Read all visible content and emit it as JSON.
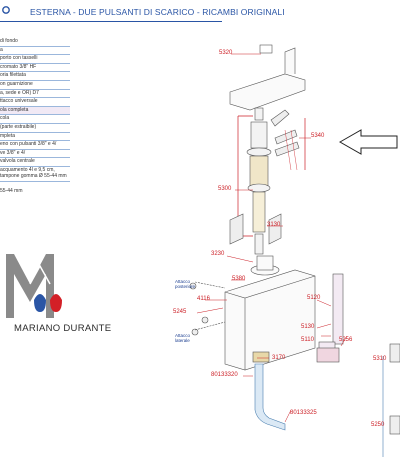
{
  "header": {
    "title": "ESTERNA - DUE PULSANTI DI SCARICO - RICAMBI ORIGINALI"
  },
  "parts_list": [
    "di fondo",
    "a",
    "porto con tasselli",
    "cromato 3/8\" HF",
    "oria filettata",
    "on guarnizione",
    "a, sede e OR) D7",
    "ttacco universale",
    "ola completa",
    "cola",
    "(parte estraibile)",
    "mpleta",
    "eno con pulsanti 3/8\" e 4/",
    "ve 3/8\" e 4/",
    "valvola centrale"
  ],
  "parts_list_tall": "acquamento 4l e 9,5 cm, tampone gomma Ø 55-44 mm",
  "parts_list_extra": "55-44 mm",
  "logo": {
    "name": "MARIANO DURANTE",
    "colors": {
      "grey": "#8a8a8a",
      "blue": "#2a55a5",
      "red": "#d32027"
    }
  },
  "part_labels": {
    "p5320": "5320",
    "p5340": "5340",
    "p5300": "5300",
    "p3130": "3130",
    "p3230": "3230",
    "p5380": "5380",
    "p4116": "4116",
    "p5245": "5245",
    "p5120": "5120",
    "p5130": "5130",
    "p5110": "5110",
    "p5256": "5256",
    "p3170": "3170",
    "p80133320": "80133320",
    "p80133325": "80133325",
    "p5310": "5310",
    "p5250": "5250"
  },
  "callouts": {
    "rear_line1": "Attacco",
    "rear_line2": "posteriore",
    "side_line1": "Attacco",
    "side_line2": "laterale"
  },
  "colors": {
    "accent": "#2a55a5",
    "label_red": "#cc2027",
    "outline": "#555555"
  }
}
